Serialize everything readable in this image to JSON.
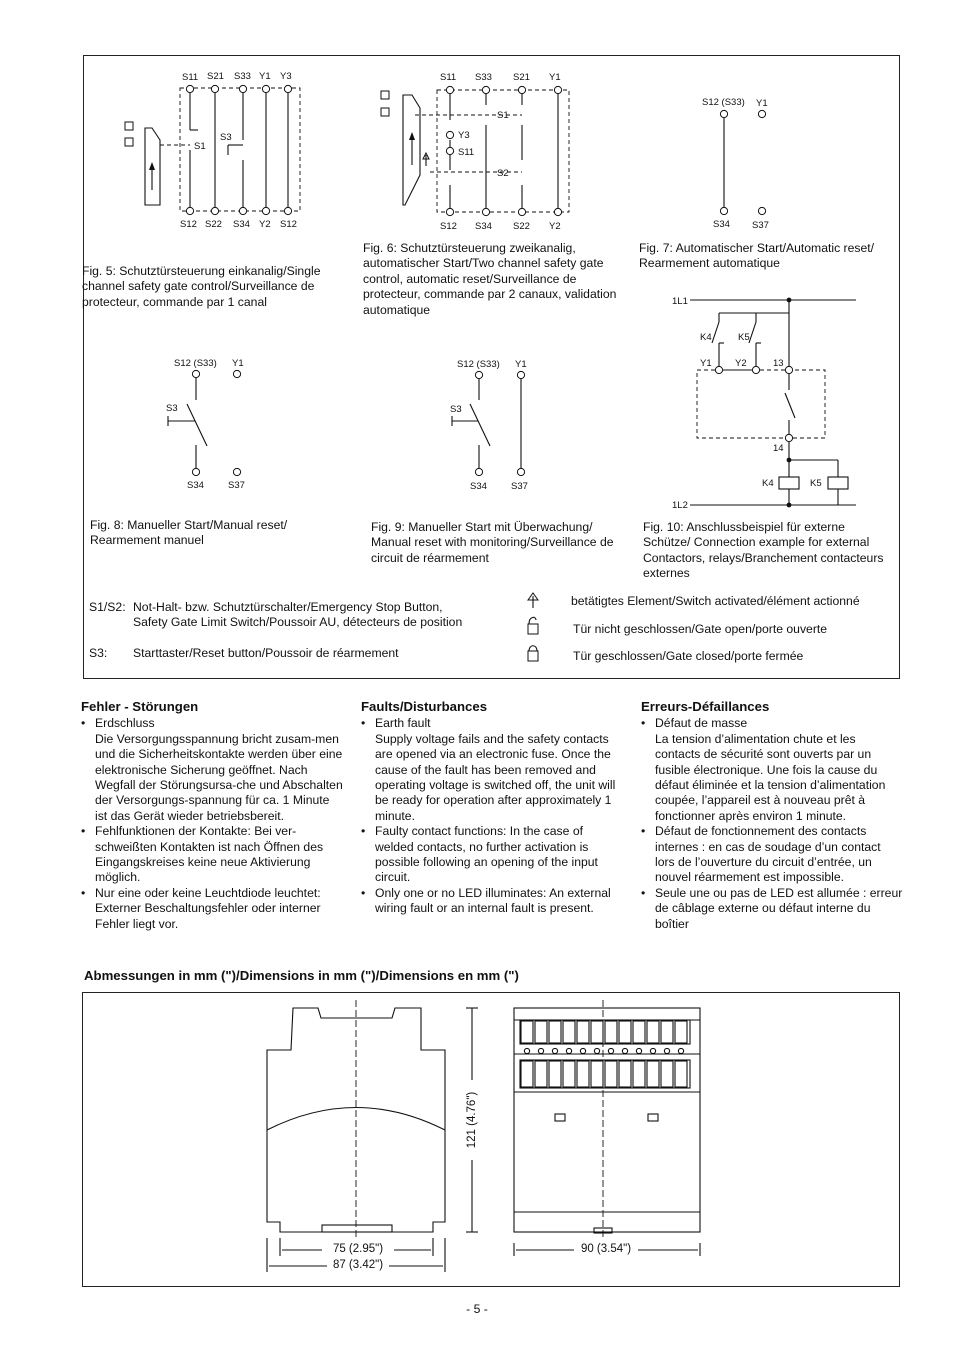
{
  "figures": {
    "fig5": {
      "caption": "Fig. 5: Schutztürsteuerung einkanalig/Single channel safety gate control/Surveillance de protecteur, commande par 1 canal",
      "top_terminals": [
        "S11",
        "S21",
        "S33",
        "Y1",
        "Y3"
      ],
      "bottom_terminals": [
        "S12",
        "S22",
        "S34",
        "Y2",
        "S12"
      ],
      "contacts": [
        "S1",
        "S3"
      ]
    },
    "fig6": {
      "caption": "Fig. 6: Schutztürsteuerung zweikanalig, automatischer Start/Two channel safety gate control, automatic reset/Surveillance de protecteur, commande par 2 canaux, validation automatique",
      "top_terminals": [
        "S11",
        "S33",
        "S21",
        "Y1"
      ],
      "bottom_terminals": [
        "S12",
        "S34",
        "S22",
        "Y2"
      ],
      "contacts": [
        "S1",
        "Y3",
        "S11",
        "S2"
      ]
    },
    "fig7": {
      "caption": "Fig. 7: Automatischer Start/Automatic reset/ Rearmement automatique",
      "top_terminals": [
        "S12 (S33)",
        "Y1"
      ],
      "bottom_terminals": [
        "S34",
        "S37"
      ]
    },
    "fig8": {
      "caption": "Fig. 8: Manueller Start/Manual reset/ Rearmement manuel",
      "top_terminals": [
        "S12 (S33)",
        "Y1"
      ],
      "bottom_terminals": [
        "S34",
        "S37"
      ],
      "contacts": [
        "S3"
      ]
    },
    "fig9": {
      "caption": "Fig. 9: Manueller Start mit Überwachung/ Manual reset with monitoring/Surveillance de circuit de réarmement",
      "top_terminals": [
        "S12 (S33)",
        "Y1"
      ],
      "bottom_terminals": [
        "S34",
        "S37"
      ],
      "contacts": [
        "S3"
      ]
    },
    "fig10": {
      "caption": "Fig. 10: Anschlussbeispiel für externe Schütze/ Connection example for external Contactors, relays/Branchement contacteurs externes",
      "rails": [
        "1L1",
        "1L2"
      ],
      "contacts": [
        "K4",
        "K5"
      ],
      "terminals": [
        "Y1",
        "Y2",
        "13",
        "14"
      ],
      "coils": [
        "K4",
        "K5"
      ]
    }
  },
  "legend": {
    "s1s2_key": "S1/S2:",
    "s1s2_text": "Not-Halt- bzw. Schutztürschalter/Emergency Stop Button, Safety Gate Limit Switch/Poussoir AU, détecteurs de position",
    "s3_key": "S3:",
    "s3_text": "Starttaster/Reset button/Poussoir de réarmement",
    "activated": "betätigtes Element/Switch activated/élément actionné",
    "gate_open": "Tür nicht geschlossen/Gate open/porte ouverte",
    "gate_closed": "Tür geschlossen/Gate closed/porte fermée"
  },
  "faults": {
    "de": {
      "title": "Fehler - Störungen",
      "items": [
        {
          "head": "Erdschluss",
          "body": "Die Versorgungsspannung bricht zusam-men und die Sicherheitskontakte werden über eine elektronische Sicherung geöffnet. Nach Wegfall der Störungsursa-che und Abschalten der Versorgungs-spannung für ca. 1 Minute ist das Gerät wieder betriebsbereit."
        },
        {
          "head": "Fehlfunktionen der Kontakte: Bei ver-schweißten Kontakten ist nach Öffnen des Eingangskreises keine neue Aktivierung möglich.",
          "body": ""
        },
        {
          "head": "Nur eine oder keine Leuchtdiode leuchtet: Externer Beschaltungsfehler oder interner Fehler liegt vor.",
          "body": ""
        }
      ]
    },
    "en": {
      "title": "Faults/Disturbances",
      "items": [
        {
          "head": "Earth fault",
          "body": "Supply voltage fails and the safety contacts are opened via an electronic fuse. Once the cause of the fault has been removed and operating voltage is switched off, the unit will be ready for operation after approximately 1 minute."
        },
        {
          "head": "Faulty contact functions: In the case of welded contacts, no further activation is possible following an opening of the input circuit.",
          "body": ""
        },
        {
          "head": "Only one or no LED illuminates: An external wiring fault or an internal fault is present.",
          "body": ""
        }
      ]
    },
    "fr": {
      "title": "Erreurs-Défaillances",
      "items": [
        {
          "head": "Défaut de masse",
          "body": "La tension d’alimentation chute et les contacts de sécurité sont ouverts par un fusible électronique. Une fois la cause du défaut éliminée et la tension d’alimentation coupée, l’appareil est à nouveau prêt à fonctionner après environ 1 minute."
        },
        {
          "head": "Défaut de fonctionnement des contacts internes : en cas de soudage d’un contact lors de l’ouverture du circuit d’entrée, un nouvel réarmement est impossible.",
          "body": ""
        },
        {
          "head": "Seule une ou pas de LED est allumée : erreur de câblage externe ou défaut interne du boîtier",
          "body": ""
        }
      ]
    }
  },
  "dimensions": {
    "title": "Abmessungen in mm (\")/Dimensions in mm (\")/Dimensions en mm (\")",
    "width_inner": "75  (2.95\")",
    "width_outer": "87 (3.42\")",
    "height": "121 (4.76\")",
    "depth": "90 (3.54\")"
  },
  "page_number": "- 5 -"
}
